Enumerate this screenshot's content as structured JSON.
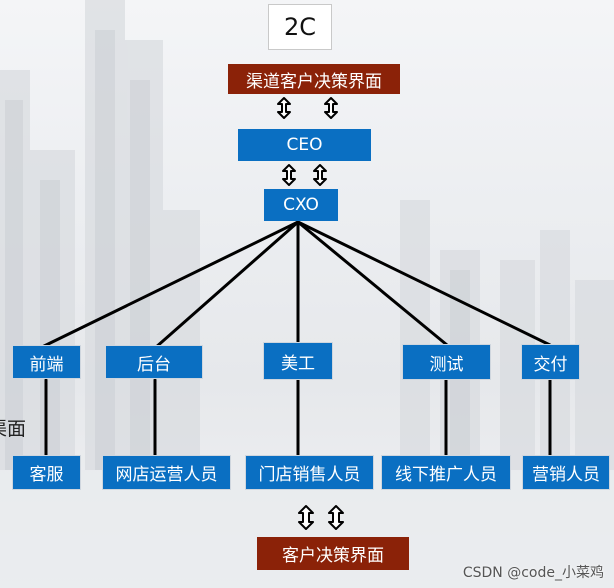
{
  "header": {
    "label": "2C"
  },
  "channel_box": "渠道客户决策界面",
  "ceo_box": "CEO",
  "cxo_box": "CXO",
  "departments": [
    "前端",
    "后台",
    "美工",
    "测试",
    "交付"
  ],
  "roles": [
    "客服",
    "网店运营人员",
    "门店销售人员",
    "线下推广人员",
    "营销人员"
  ],
  "customer_box": "客户决策界面",
  "left_partial_text": "渠面",
  "watermark": "CSDN @code_小菜鸡",
  "colors": {
    "node_blue": "#0a6fc2",
    "node_red": "#8b2208",
    "line": "#000000"
  },
  "icons": [
    "up-down-arrow-icon"
  ]
}
